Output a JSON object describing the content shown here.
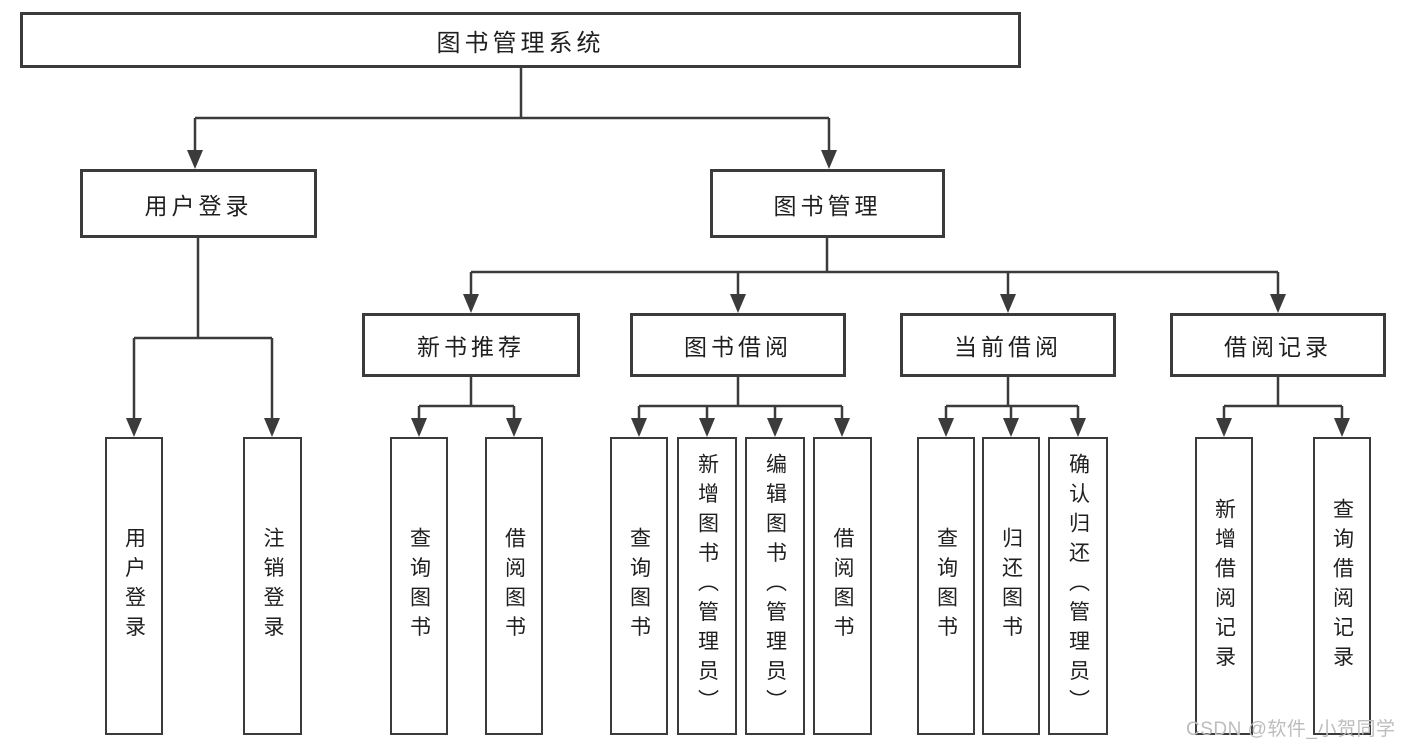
{
  "colors": {
    "line": "#3b3b3b",
    "text": "#1f1f1f",
    "background": "#ffffff",
    "watermark": "#bdbdbd"
  },
  "diagram": {
    "root": {
      "label": "图书管理系统"
    },
    "level1": [
      {
        "label": "用户登录"
      },
      {
        "label": "图书管理"
      }
    ],
    "level2": [
      {
        "label": "新书推荐",
        "parent": "图书管理"
      },
      {
        "label": "图书借阅",
        "parent": "图书管理"
      },
      {
        "label": "当前借阅",
        "parent": "图书管理"
      },
      {
        "label": "借阅记录",
        "parent": "图书管理"
      }
    ],
    "leaves": [
      {
        "label": "用户登录",
        "parent": "用户登录"
      },
      {
        "label": "注销登录",
        "parent": "用户登录"
      },
      {
        "label": "查询图书",
        "parent": "新书推荐"
      },
      {
        "label": "借阅图书",
        "parent": "新书推荐"
      },
      {
        "label": "查询图书",
        "parent": "图书借阅"
      },
      {
        "label": "新增图书（管理员）",
        "parent": "图书借阅"
      },
      {
        "label": "编辑图书（管理员）",
        "parent": "图书借阅"
      },
      {
        "label": "借阅图书",
        "parent": "图书借阅"
      },
      {
        "label": "查询图书",
        "parent": "当前借阅"
      },
      {
        "label": "归还图书",
        "parent": "当前借阅"
      },
      {
        "label": "确认归还（管理员）",
        "parent": "当前借阅"
      },
      {
        "label": "新增借阅记录",
        "parent": "借阅记录"
      },
      {
        "label": "查询借阅记录",
        "parent": "借阅记录"
      }
    ]
  },
  "watermark": {
    "text": "CSDN @软件_小贺同学"
  }
}
